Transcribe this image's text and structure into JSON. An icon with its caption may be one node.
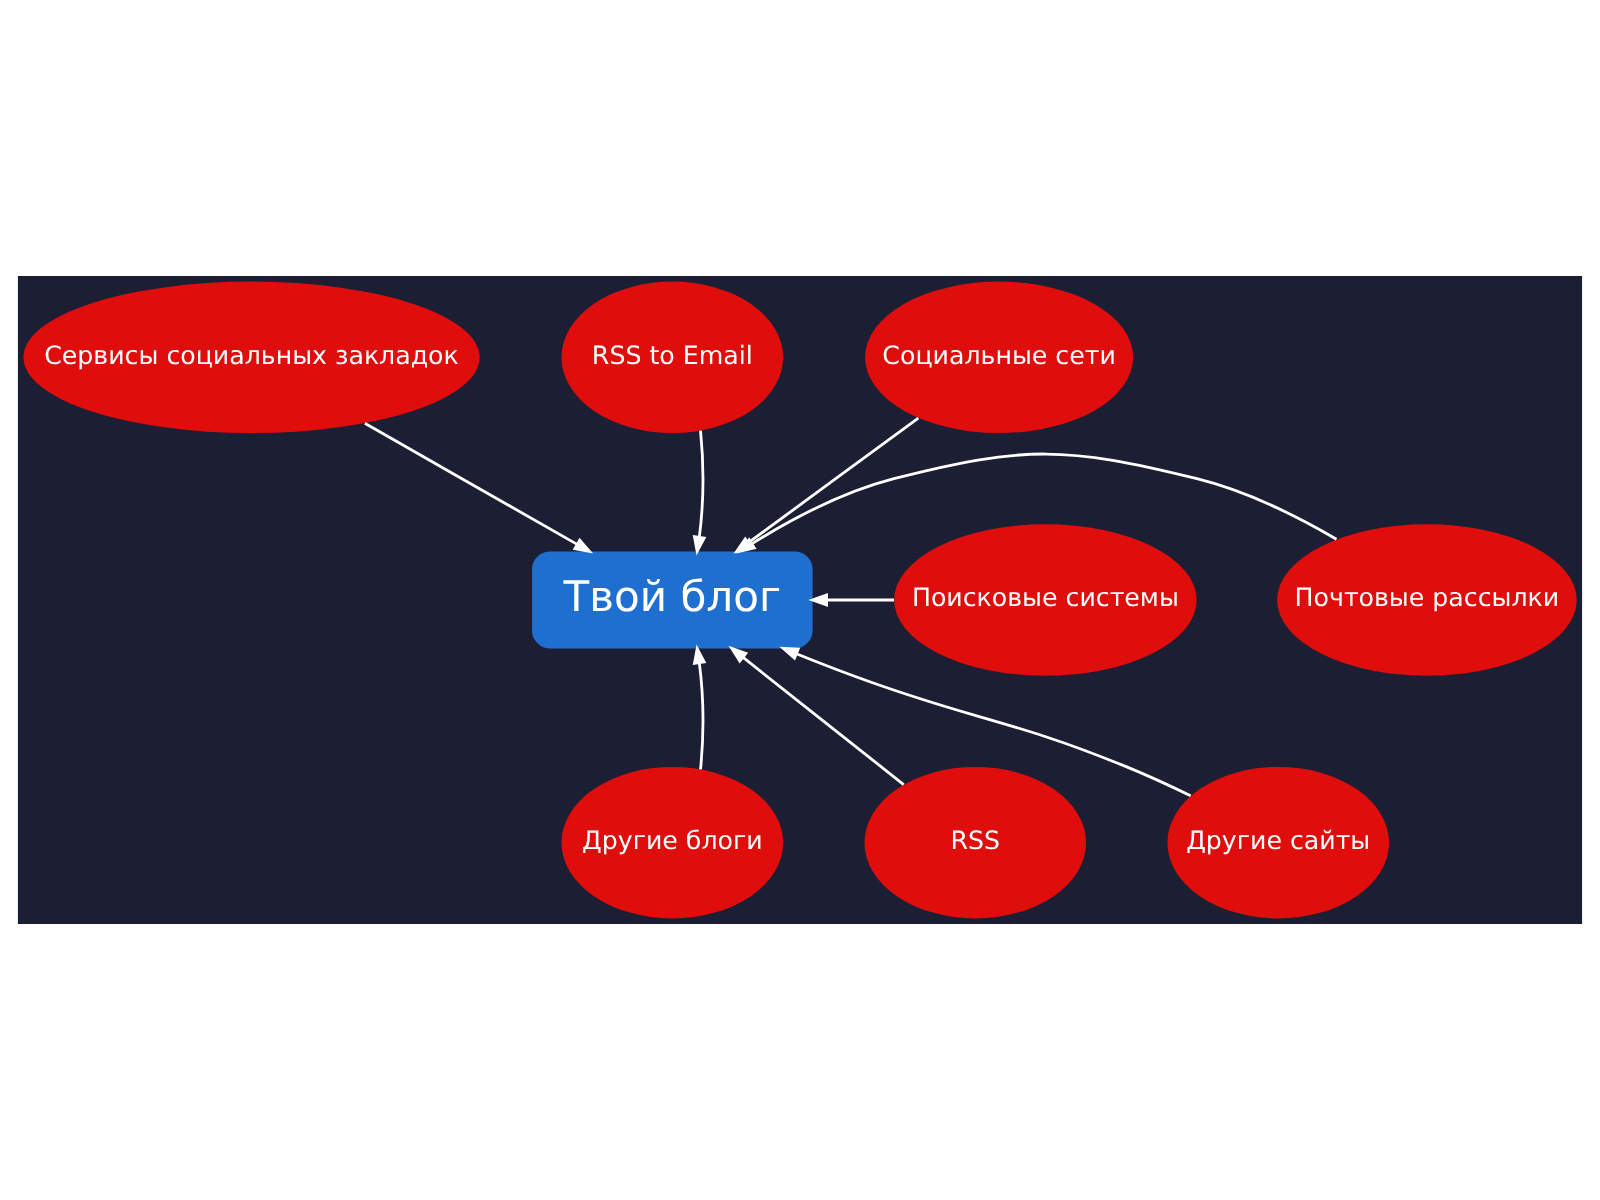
{
  "diagram": {
    "nodes": [
      {
        "text": [
          "Сервисы социальных закладок"
        ]
      },
      {
        "text": [
          "RSS to Email"
        ]
      },
      {
        "text": [
          "Социальные сети"
        ]
      },
      {
        "text": [
          "Поисковые системы"
        ]
      },
      {
        "text": [
          "Твой блог"
        ]
      },
      {
        "text": [
          "Почтовые рассылки"
        ]
      },
      {
        "text": [
          "RSS"
        ]
      },
      {
        "text": [
          "Другие блоги"
        ]
      },
      {
        "text": [
          "Другие сайты"
        ]
      }
    ],
    "edges": [
      {
        "from": 0,
        "to": 4,
        "arrow": "to"
      },
      {
        "from": 1,
        "to": 4,
        "arrow": "to"
      },
      {
        "from": 2,
        "to": 4,
        "arrow": "to"
      },
      {
        "from": 3,
        "to": 4,
        "arrow": "to"
      },
      {
        "from": 5,
        "to": 4,
        "arrow": "to"
      },
      {
        "from": 6,
        "to": 4,
        "arrow": "to"
      },
      {
        "from": 7,
        "to": 4,
        "arrow": "to"
      },
      {
        "from": 8,
        "to": 4,
        "arrow": "to"
      }
    ]
  }
}
